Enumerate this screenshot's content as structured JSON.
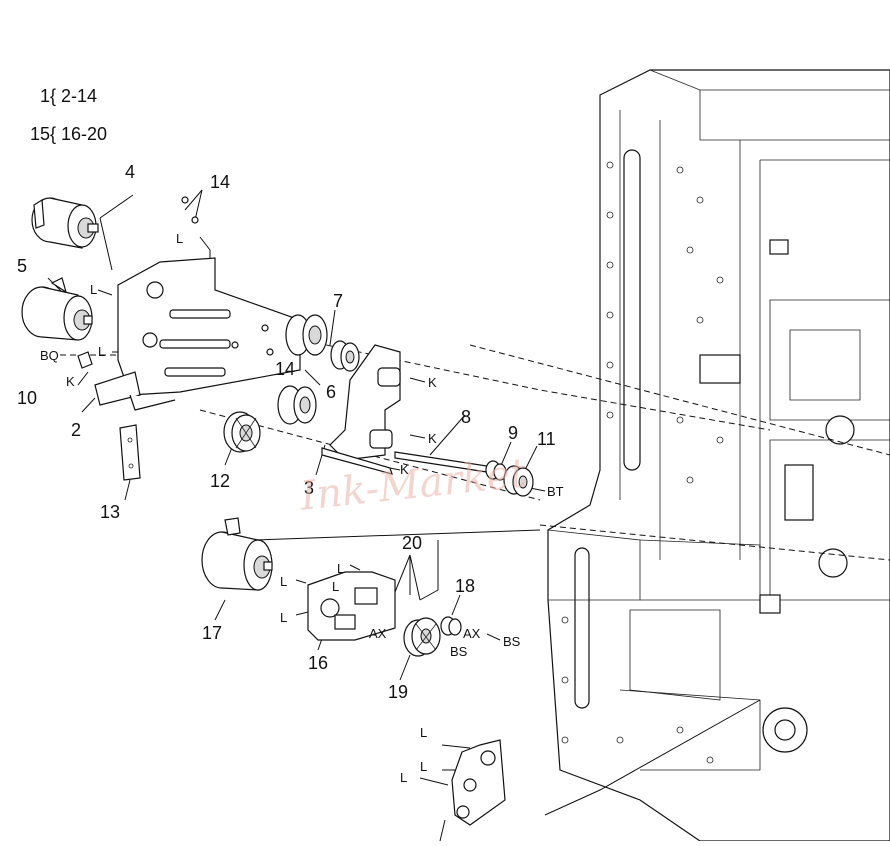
{
  "legend": {
    "line1": "1{ 2-14",
    "line2": "15{ 16-20"
  },
  "callouts": {
    "n2": "2",
    "n3": "3",
    "n4": "4",
    "n5": "5",
    "n6": "6",
    "n7": "7",
    "n8": "8",
    "n9": "9",
    "n10": "10",
    "n11": "11",
    "n12": "12",
    "n13": "13",
    "n14a": "14",
    "n14b": "14",
    "n16": "16",
    "n17": "17",
    "n18": "18",
    "n19": "19",
    "n20": "20"
  },
  "tags": {
    "L1": "L",
    "L2": "L",
    "L3": "L",
    "L4": "L",
    "L5": "L",
    "L6": "L",
    "L7": "L",
    "L8": "L",
    "L9": "L",
    "L10": "L",
    "K1": "K",
    "K2": "K",
    "K3": "K",
    "K4": "K",
    "BQ": "BQ",
    "BT": "BT",
    "AX1": "AX",
    "AX2": "AX",
    "BS1": "BS",
    "BS2": "BS"
  },
  "watermark": "Ink-Market"
}
